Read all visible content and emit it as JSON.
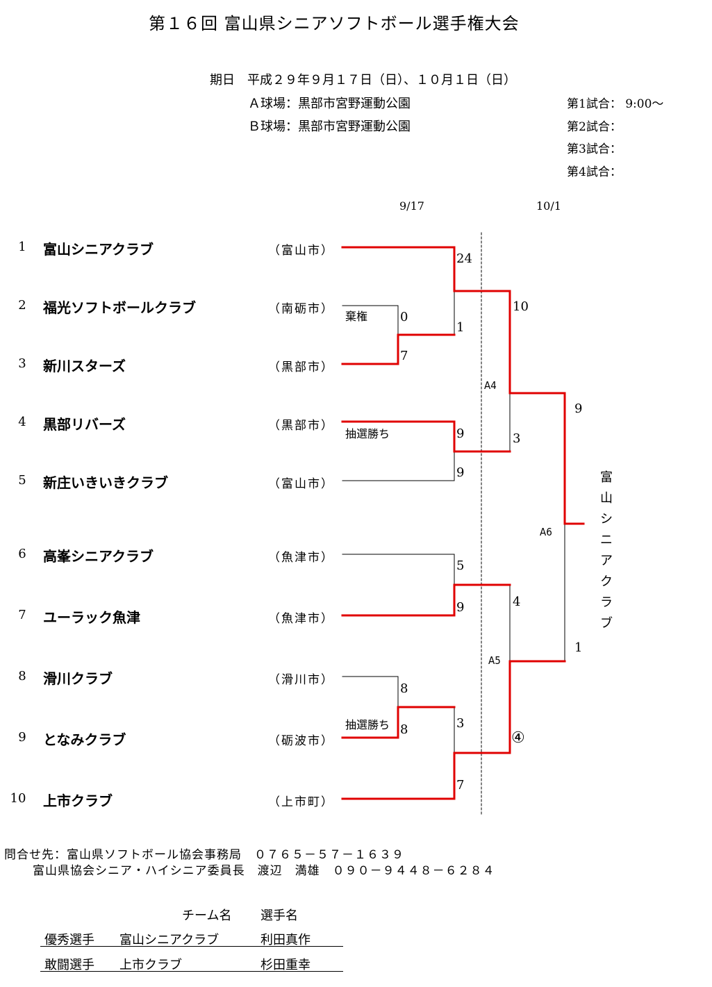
{
  "title": "第１６回 富山県シニアソフトボール選手権大会",
  "info": {
    "date_line": "期日　平成２９年９月１７日（日）、１０月１日（日）",
    "venue_a": "Ａ球場：黒部市宮野運動公園",
    "venue_b": "Ｂ球場：黒部市宮野運動公園",
    "games": [
      "第1試合：  9:00～",
      "第2試合：",
      "第3試合：",
      "第4試合："
    ]
  },
  "bracket": {
    "dates": [
      "9/17",
      "10/1"
    ],
    "teams": [
      {
        "seed": "1",
        "name": "富山シニアクラブ",
        "city": "（富山市）"
      },
      {
        "seed": "2",
        "name": "福光ソフトボールクラブ",
        "city": "（南砺市）"
      },
      {
        "seed": "3",
        "name": "新川スターズ",
        "city": "（黒部市）"
      },
      {
        "seed": "4",
        "name": "黒部リバーズ",
        "city": "（黒部市）"
      },
      {
        "seed": "5",
        "name": "新庄いきいきクラブ",
        "city": "（富山市）"
      },
      {
        "seed": "6",
        "name": "高峯シニアクラブ",
        "city": "（魚津市）"
      },
      {
        "seed": "7",
        "name": "ユーラック魚津",
        "city": "（魚津市）"
      },
      {
        "seed": "8",
        "name": "滑川クラブ",
        "city": "（滑川市）"
      },
      {
        "seed": "9",
        "name": "となみクラブ",
        "city": "（砺波市）"
      },
      {
        "seed": "10",
        "name": "上市クラブ",
        "city": "（上市町）"
      }
    ],
    "notes": {
      "forfeit": "棄権",
      "lottery_win_1": "抽選勝ち",
      "lottery_win_2": "抽選勝ち"
    },
    "scores": {
      "s24": "24",
      "s1": "1",
      "s0": "0",
      "s7a": "7",
      "s9a": "9",
      "s9b": "9",
      "s10": "10",
      "s3a": "3",
      "s5": "5",
      "s9c": "9",
      "s8a": "8",
      "s8b": "8",
      "s3b": "3",
      "s7b": "7",
      "s4": "4",
      "s4c": "④",
      "s9d": "9",
      "s1b": "1"
    },
    "games": {
      "a4": "A4",
      "a5": "A5",
      "a6": "A6"
    },
    "champion": "富山シニアクラブ"
  },
  "contact": {
    "line1": "問合せ先：富山県ソフトボール協会事務局　０７６５－５７－１６３９",
    "line2": "富山県協会シニア・ハイシニア委員長　渡辺　満雄　０９０－９４４８－６２８４"
  },
  "awards": {
    "header_team": "チーム名",
    "header_player": "選手名",
    "rows": [
      {
        "award": "優秀選手",
        "team": "富山シニアクラブ",
        "player": "利田真作"
      },
      {
        "award": "敢闘選手",
        "team": "上市クラブ",
        "player": "杉田重幸"
      }
    ]
  }
}
